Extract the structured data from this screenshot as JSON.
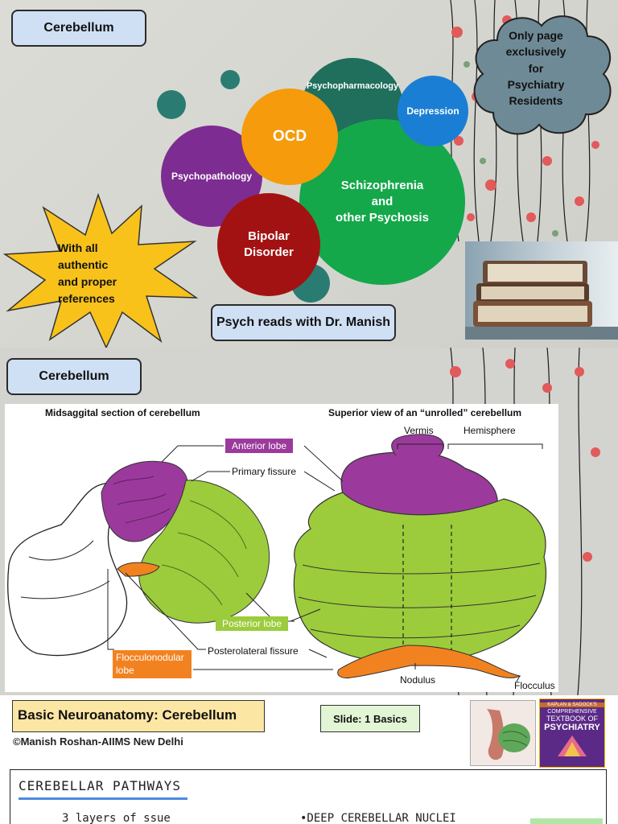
{
  "slide1": {
    "topic_label": "Cerebellum",
    "bubbles": {
      "psychopharmacology": "Psychopharmacology",
      "depression": "Depression",
      "ocd": "OCD",
      "psychopathology": "Psychopathology",
      "schizophrenia_line1": "Schizophrenia",
      "schizophrenia_line2": "and",
      "schizophrenia_line3": "other Psychosis",
      "bipolar_line1": "Bipolar",
      "bipolar_line2": "Disorder"
    },
    "cloud_lines": [
      "Only page",
      "exclusively",
      "for",
      "Psychiatry",
      "Residents"
    ],
    "starburst_lines": [
      "With all",
      "authentic",
      "and proper",
      "references"
    ],
    "footer_label": "Psych reads with Dr. Manish",
    "colors": {
      "psychopharmacology": "#1f6f5c",
      "depression": "#1a7fd4",
      "ocd": "#f59b0c",
      "psychopathology": "#7d2d91",
      "schizophrenia": "#14a84a",
      "bipolar": "#a31212",
      "teal_dot": "#2a7c72",
      "starburst": "#f8c21b",
      "cloud": "#6e8a96"
    }
  },
  "slide2": {
    "topic_label": "Cerebellum",
    "figure": {
      "left_title": "Midsaggital section of cerebellum",
      "right_title": "Superior view of an “unrolled” cerebellum",
      "anterior_lobe": "Anterior lobe",
      "primary_fissure": "Primary fissure",
      "posterior_lobe": "Posterior lobe",
      "posterolateral_fissure": "Posterolateral fissure",
      "flocculonodular_line1": "Flocculonodular",
      "flocculonodular_line2": "lobe",
      "vermis": "Vermis",
      "hemisphere": "Hemisphere",
      "nodulus": "Nodulus",
      "flocculus": "Flocculus",
      "colors": {
        "anterior": "#9b3a9c",
        "posterior": "#9ccc3c",
        "flocculonodular": "#f28220"
      }
    }
  },
  "slide3": {
    "title": "Basic Neuroanatomy: Cerebellum",
    "slide_badge": "Slide: 1 Basics",
    "credit": "©Manish Roshan-AIIMS New Delhi",
    "notes_heading": "CEREBELLAR PATHWAYS",
    "note_left": "3 layers of ssue",
    "note_right": "•DEEP CEREBELLAR NUCLEI",
    "book": {
      "line1": "KAPLAN & SADOCK'S",
      "line2": "COMPREHENSIVE",
      "line3": "TEXTBOOK OF",
      "line4": "PSYCHIATRY"
    }
  }
}
